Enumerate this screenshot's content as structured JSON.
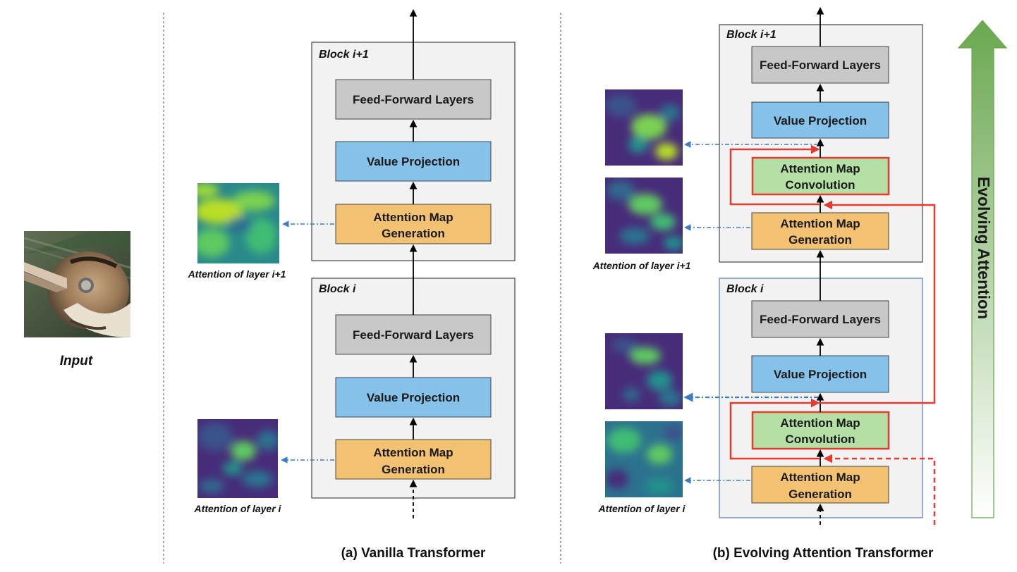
{
  "input_label": "Input",
  "vanilla": {
    "caption": "(a) Vanilla Transformer",
    "block_upper": "Block i+1",
    "block_lower": "Block i",
    "ffn": "Feed-Forward Layers",
    "value": "Value Projection",
    "attn_gen_line1": "Attention Map",
    "attn_gen_line2": "Generation",
    "att_label_upper": "Attention of layer i+1",
    "att_label_lower": "Attention of layer i"
  },
  "evolving": {
    "caption": "(b) Evolving Attention Transformer",
    "block_upper": "Block i+1",
    "block_lower": "Block i",
    "ffn": "Feed-Forward Layers",
    "value": "Value Projection",
    "conv_line1": "Attention Map",
    "conv_line2": "Convolution",
    "attn_gen_line1": "Attention Map",
    "attn_gen_line2": "Generation",
    "att_label_upper": "Attention of layer i+1",
    "att_label_lower": "Attention of layer i",
    "side_arrow_label": "Evolving Attention"
  },
  "colors": {
    "ffn": "#c8c8c8",
    "value": "#85c1e9",
    "attn_gen": "#f2c172",
    "conv": "#b4e0a6",
    "red": "#e53a2e",
    "blue_dash": "#3b7dc4",
    "green_dark": "#6aa84f",
    "block_bg": "#f2f2f2"
  }
}
